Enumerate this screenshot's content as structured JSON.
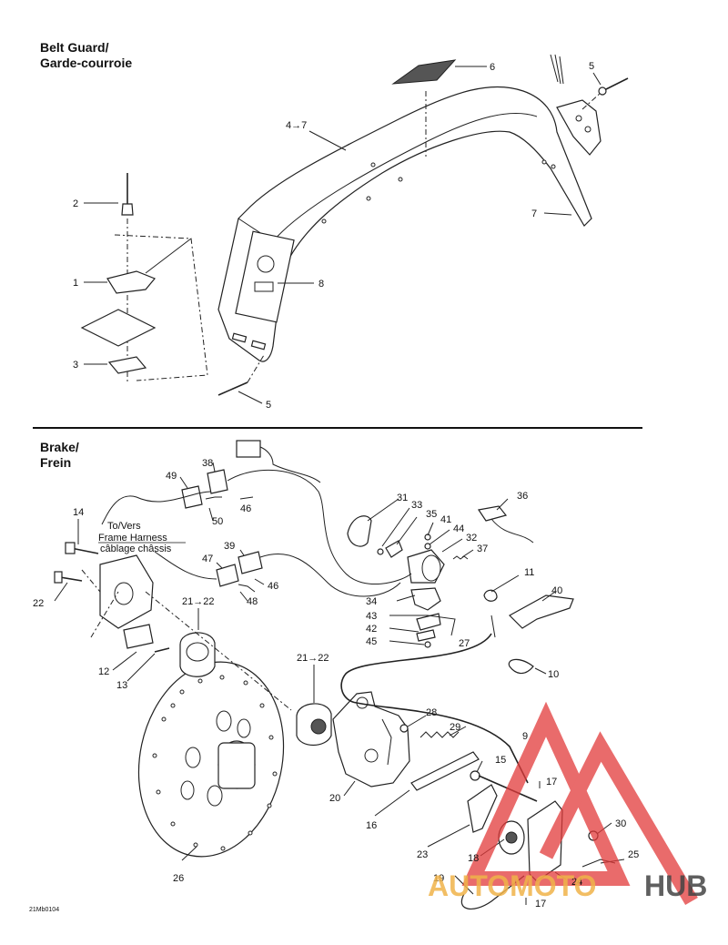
{
  "sections": {
    "belt_guard": {
      "title_en": "Belt Guard/",
      "title_fr": "Garde-courroie"
    },
    "brake": {
      "title_en": "Brake/",
      "title_fr": "Frein"
    }
  },
  "callouts": {
    "c1": "1",
    "c2": "2",
    "c3": "3",
    "c4_7": "4→7",
    "c5a": "5",
    "c5b": "5",
    "c6": "6",
    "c7": "7",
    "c8": "8",
    "c9": "9",
    "c10": "10",
    "c11": "11",
    "c12": "12",
    "c13": "13",
    "c14": "14",
    "c15": "15",
    "c16": "16",
    "c17a": "17",
    "c17b": "17",
    "c18": "18",
    "c19": "19",
    "c20": "20",
    "c21_22a": "21→22",
    "c21_22b": "21→22",
    "c22": "22",
    "c23": "23",
    "c24": "24",
    "c25": "25",
    "c26": "26",
    "c27": "27",
    "c28": "28",
    "c29": "29",
    "c30": "30",
    "c31": "31",
    "c32": "32",
    "c33": "33",
    "c34": "34",
    "c35": "35",
    "c36": "36",
    "c37": "37",
    "c38": "38",
    "c39": "39",
    "c40": "40",
    "c41": "41",
    "c42": "42",
    "c43": "43",
    "c44": "44",
    "c45": "45",
    "c46a": "46",
    "c46b": "46",
    "c47": "47",
    "c48": "48",
    "c49": "49",
    "c50": "50"
  },
  "harness_note": {
    "line1": "To/Vers",
    "line2": "Frame Harness",
    "line3": "câblage châssis"
  },
  "footer_code": "21Mb0104",
  "watermark": {
    "text_a": "AUTOMOTO",
    "text_b": "HUB",
    "color_a": "#f0b34a",
    "color_b": "#444444",
    "logo_color": "#e23a3a"
  }
}
